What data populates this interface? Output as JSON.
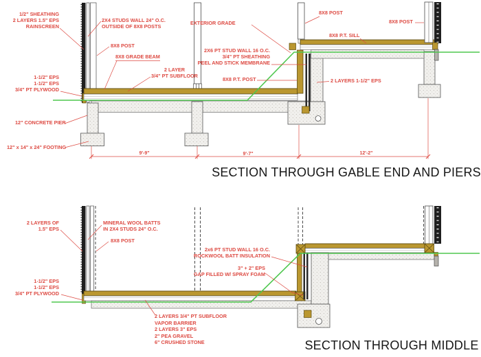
{
  "top_section": {
    "title": "SECTION THROUGH GABLE END AND PIERS",
    "labels": {
      "sheathing_stack": [
        "1/2\" SHEATHING",
        "2 LAYERS 1.5\" EPS",
        "RAINSCREEN"
      ],
      "studs_wall_stack": [
        "2X4 STUDS WALL 24\" O.C.",
        "OUTSIDE OF 8X8 POSTS"
      ],
      "post_left": "8X8 POST",
      "grade_beam": "8X8 GRADE BEAM",
      "eps_plywood_stack": [
        "1-1/2\" EPS",
        "1-1/2\" EPS",
        "3/4\" PT PLYWOOD"
      ],
      "concrete_pier": "12\" CONCRETE PIER",
      "footing": "12\" x 14\" x 24\" FOOTING",
      "exterior_grade": "EXTERIOR GRADE",
      "pt_stud_wall_stack": [
        "2X6 PT STUD WALL 16 O.C.",
        "3/4\" PT SHEATHING",
        "PEEL AND STICK MEMBRANE"
      ],
      "subfloor_stack": [
        "2 LAYER",
        "3/4\" PT SUBFLOOR"
      ],
      "pt_post": "8X8 P.T. POST",
      "post_upper_mid": "8X8 POST",
      "post_upper_right": "8X8 POST",
      "pt_sill": "8X8 P.T. SILL",
      "eps_foundation": "2 LAYERS 1-1/2\" EPS"
    },
    "dimensions": {
      "span1": "9'-9\"",
      "span2": "9'-7\"",
      "span3": "12'-2\""
    }
  },
  "bottom_section": {
    "title": "SECTION THROUGH MIDDLE",
    "labels": {
      "eps_layers_stack": [
        "2 LAYERS OF",
        "1.5\" EPS"
      ],
      "mineral_wool_stack": [
        "MINERAL WOOL BATTS",
        "IN 2X4 STUDS 24\" O.C."
      ],
      "post": "8X8 POST",
      "eps_plywood_stack": [
        "1-1/2\" EPS",
        "1-1/2\" EPS",
        "3/4\" PT PLYWOOD"
      ],
      "floor_assembly_stack": [
        "2 LAYERS 3/4\" PT SUBFLOOR",
        "VAPOR BARRIER",
        "2 LAYERS 3\" EPS",
        "2\" PEA GRAVEL",
        "6\" CRUSHED STONE"
      ],
      "pt_stud_wall_stack": [
        "2x6 PT STUD WALL 16 O.C.",
        "ROCKWOOL BATT INSULATION"
      ],
      "eps_gap_stack": [
        "3\" + 2\" EPS",
        "GAP FILLED W/ SPRAY FOAM"
      ]
    }
  },
  "colors": {
    "annotation_red": "#dd4a42",
    "grade_green": "#4ec74e",
    "wood_tan": "#ba9730",
    "title_black": "#161616"
  }
}
